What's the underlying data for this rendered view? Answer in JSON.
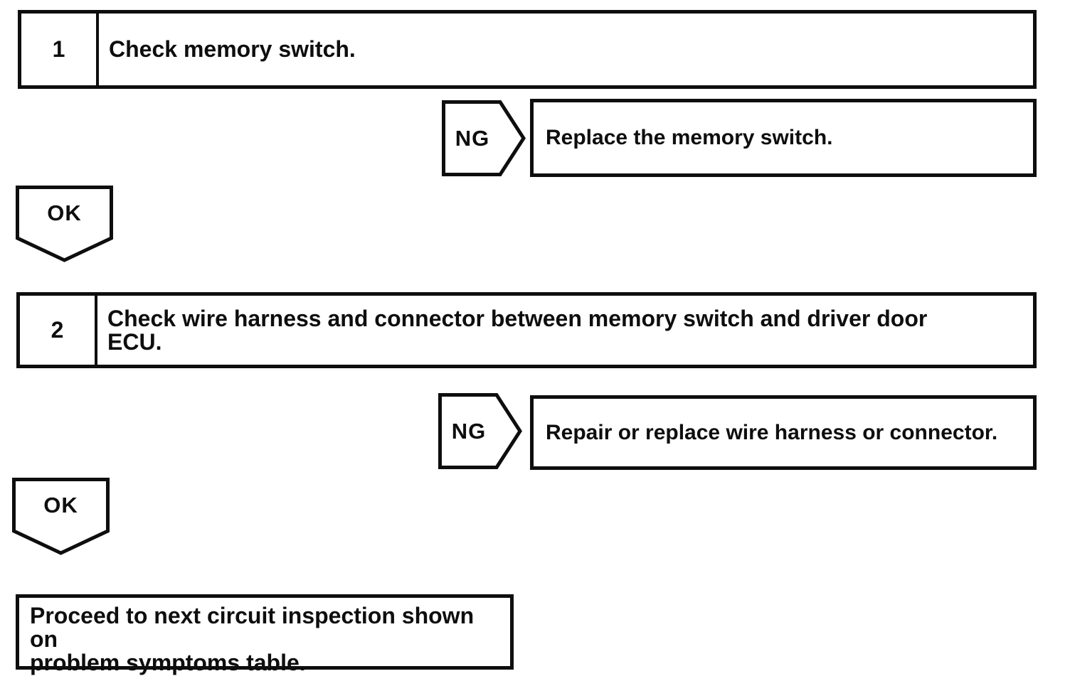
{
  "colors": {
    "ink": "#0e0e0e",
    "paper": "#ffffff"
  },
  "flowchart": {
    "steps": [
      {
        "number": "1",
        "instruction_lines": [
          "Check memory switch."
        ],
        "ng": {
          "label": "NG",
          "result": "Replace the memory switch."
        },
        "ok": {
          "label": "OK"
        }
      },
      {
        "number": "2",
        "instruction_lines": [
          "Check wire harness and connector between memory switch and driver door",
          "ECU."
        ],
        "ng": {
          "label": "NG",
          "result": "Repair or replace wire harness or connector."
        },
        "ok": {
          "label": "OK"
        }
      }
    ],
    "final_box": {
      "lines": [
        "Proceed to next circuit inspection shown on",
        "problem symptoms table."
      ]
    }
  }
}
